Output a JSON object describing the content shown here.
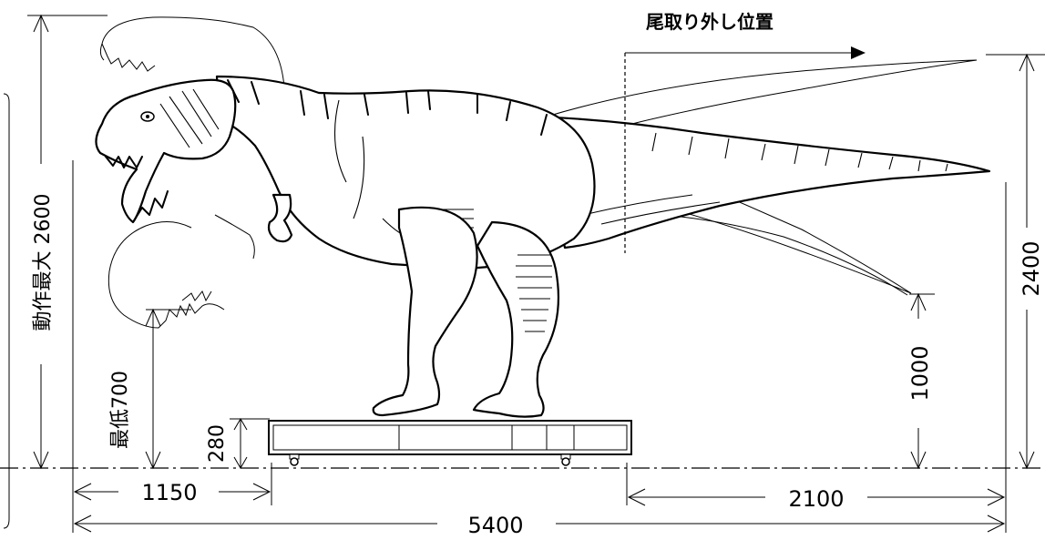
{
  "labels": {
    "tail_removal": "尾取り外し位置",
    "operating_max": "動作最大 2600",
    "minimum": "最低700",
    "cart_height": "280",
    "front_offset": "1150",
    "tail_offset": "2100",
    "total_length": "5400",
    "tail_height": "2400",
    "tail_min": "1000"
  }
}
